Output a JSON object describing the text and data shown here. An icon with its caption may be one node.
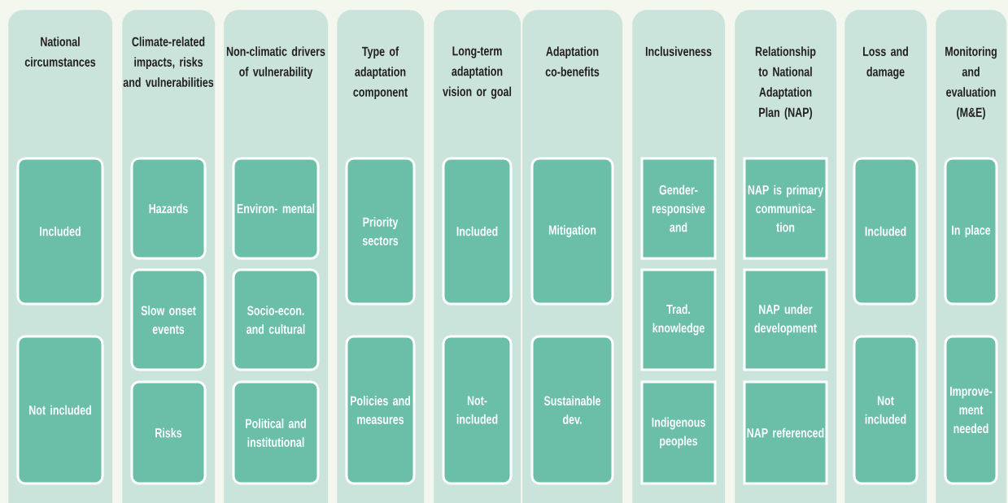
{
  "diagram": {
    "nodes": [
      {
        "text": [
          "National circumstances"
        ]
      },
      {
        "text": [
          "Included"
        ],
        "in": 0
      },
      {
        "text": [
          "Not included"
        ],
        "in": 0
      },
      {
        "text": [
          "Climate-related impacts, risks and vulnerabilities"
        ]
      },
      {
        "text": [
          "Hazards"
        ],
        "in": 3
      },
      {
        "text": [
          "Slow onset events"
        ],
        "in": 3
      },
      {
        "text": [
          "Risks"
        ],
        "in": 3
      },
      {
        "text": [
          "Non-climatic drivers of vulnerability"
        ]
      },
      {
        "text": [
          "Environ- mental"
        ],
        "in": 7
      },
      {
        "text": [
          "Socio-econ. and cultural"
        ],
        "in": 7
      },
      {
        "text": [
          "Political and institutional"
        ],
        "in": 7
      },
      {
        "text": [
          "Type of adaptation component"
        ]
      },
      {
        "text": [
          "Priority sectors"
        ],
        "in": 11
      },
      {
        "text": [
          "Policies and measures"
        ],
        "in": 11
      },
      {
        "text": [
          "Long-term adaptation vision or goal"
        ]
      },
      {
        "text": [
          "Included"
        ],
        "in": 14
      },
      {
        "text": [
          "Not- included"
        ],
        "in": 14
      },
      {
        "text": [
          "Adaptation co-benefits"
        ]
      },
      {
        "text": [
          "Mitigation"
        ],
        "in": 17
      },
      {
        "text": [
          "Sustainable dev."
        ],
        "in": 17
      },
      {
        "text": [
          "Inclusiveness"
        ]
      },
      {
        "text": [
          "Gender- responsive and"
        ],
        "in": 20
      },
      {
        "text": [
          "Trad. knowledge"
        ],
        "in": 20
      },
      {
        "text": [
          "Indigenous peoples"
        ],
        "in": 20
      },
      {
        "text": [
          "Relationship to National Adaptation Plan (NAP)"
        ]
      },
      {
        "text": [
          "NAP is primary communica- tion"
        ],
        "in": 24
      },
      {
        "text": [
          "NAP under development"
        ],
        "in": 24
      },
      {
        "text": [
          "NAP referenced"
        ],
        "in": 24
      },
      {
        "text": [
          "Loss and damage"
        ]
      },
      {
        "text": [
          "Included"
        ],
        "in": 28
      },
      {
        "text": [
          "Not included"
        ],
        "in": 28
      },
      {
        "text": [
          "Monitoring and evaluation (M&E)"
        ]
      },
      {
        "text": [
          "In place"
        ],
        "in": 31
      },
      {
        "text": [
          "Improve- ment needed"
        ],
        "in": 31
      }
    ]
  }
}
